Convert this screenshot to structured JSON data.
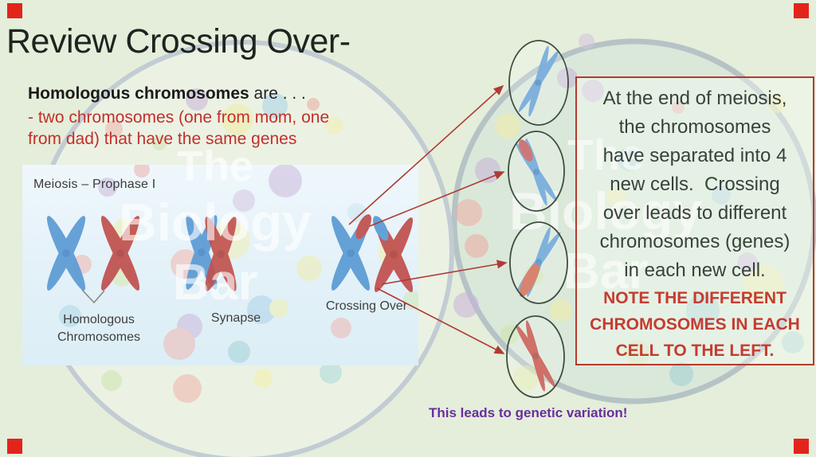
{
  "slide": {
    "title": "Review Crossing Over-",
    "intro": {
      "bold_text": "Homologous chromosomes",
      "suffix_text": " are . . .",
      "red_line1": "- two chromosomes (one from mom, one",
      "red_line2": "from dad) that have the same genes"
    },
    "panel": {
      "heading": "Meiosis – Prophase I",
      "label_homologous_line1": "Homologous",
      "label_homologous_line2": "Chromosomes",
      "label_synapse": "Synapse",
      "label_crossing_over": "Crossing Over"
    },
    "result_box": {
      "lines": [
        "At the end of meiosis,",
        "the chromosomes",
        "have separated into 4",
        "new cells.  Crossing",
        "over leads to different",
        "chromosomes (genes)",
        "in each new cell."
      ],
      "note_lines": [
        "NOTE THE DIFFERENT",
        "CHROMOSOMES IN EACH",
        "CELL TO THE LEFT."
      ]
    },
    "footer_note": "This leads to genetic variation!",
    "watermark": {
      "word1": "The",
      "word2": "Biology",
      "word3": "Bar"
    },
    "colors": {
      "background": "#e4eeda",
      "chromosome_blue": "#5b9bd5",
      "chromosome_red": "#c0504d",
      "arrow_red": "#b03a35",
      "box_border_red": "#b53a2e",
      "note_red": "#c63b30",
      "footer_purple": "#6a2d9e",
      "corner_marker_red": "#e3241c"
    }
  }
}
